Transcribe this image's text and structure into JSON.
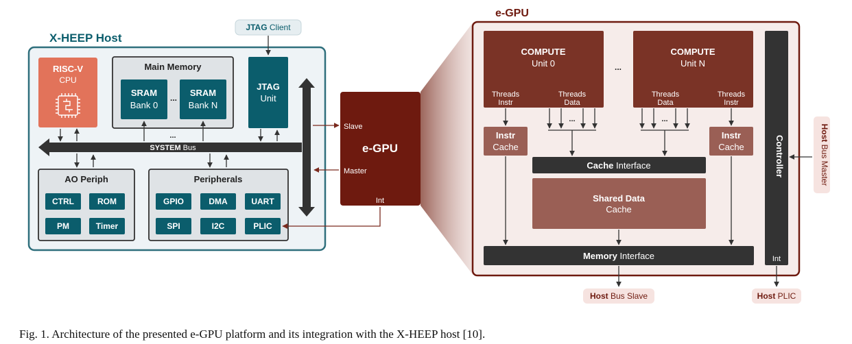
{
  "host": {
    "title": "X-HEEP Host",
    "jtag_client": {
      "bold": "JTAG",
      "rest": " Client"
    },
    "risc_v": {
      "line1": "RISC-V",
      "line2": "CPU"
    },
    "main_memory": {
      "title": "Main Memory",
      "sram0": {
        "line1": "SRAM",
        "line2": "Bank 0"
      },
      "sramN": {
        "line1": "SRAM",
        "line2": "Bank N"
      },
      "dots": "..."
    },
    "jtag_unit": {
      "line1": "JTAG",
      "line2": "Unit"
    },
    "system_bus": {
      "bold": "SYSTEM",
      "rest": " Bus"
    },
    "bus_dots": "...",
    "ao_periph": {
      "title": "AO Periph",
      "items": [
        "CTRL",
        "ROM",
        "PM",
        "Timer"
      ]
    },
    "peripherals": {
      "title": "Peripherals",
      "items": [
        "GPIO",
        "DMA",
        "UART",
        "SPI",
        "I2C",
        "PLIC"
      ]
    }
  },
  "egpu_block": {
    "title": "e-GPU",
    "slave": "Slave",
    "master": "Master",
    "int": "Int"
  },
  "egpu_detail": {
    "title": "e-GPU",
    "compute0": {
      "line1": "COMPUTE",
      "line2": "Unit 0"
    },
    "computeN": {
      "line1": "COMPUTE",
      "line2": "Unit N"
    },
    "dots": "...",
    "threads_instr": {
      "line1": "Threads",
      "line2": "Instr"
    },
    "threads_data": {
      "line1": "Threads",
      "line2": "Data"
    },
    "instr_cache": {
      "line1": "Instr",
      "line2": "Cache"
    },
    "cache_interface": {
      "bold": "Cache",
      "rest": " Interface"
    },
    "shared_data": {
      "line1": "Shared Data",
      "line2": "Cache"
    },
    "memory_interface": {
      "bold": "Memory",
      "rest": " Interface"
    },
    "controller": "Controller",
    "controller_int": "Int",
    "host_bus_master": {
      "bold": "Host",
      "rest": " Bus Master"
    },
    "host_bus_slave": {
      "bold": "Host",
      "rest": " Bus Slave"
    },
    "host_plic": {
      "bold": "Host",
      "rest": " PLIC"
    }
  },
  "caption": "Fig. 1.   Architecture of the presented e-GPU platform and its integration with the X-HEEP host [10].",
  "colors": {
    "teal": "#0b5d6c",
    "teal_border": "#2f6f7c",
    "host_bg": "#eef3f6",
    "gray_box": "#dfe3e6",
    "cpu_orange": "#e2735a",
    "egpu_dark": "#6e1a0f",
    "compute_brown": "#7a3326",
    "cache_brown": "#9a5f55",
    "dark_bar": "#333333",
    "egpu_bg": "#f6ecea"
  }
}
